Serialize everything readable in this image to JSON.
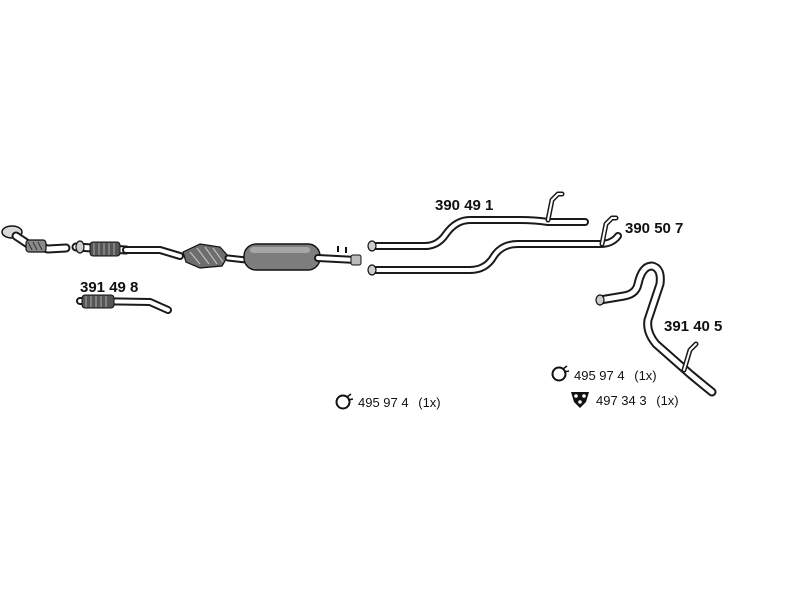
{
  "diagram": {
    "parts": [
      {
        "number": "390 49 1"
      },
      {
        "number": "390 50 7"
      },
      {
        "number": "391 49 8"
      },
      {
        "number": "391 40 5"
      }
    ],
    "accessories": [
      {
        "number": "495 97 4",
        "qty": "(1x)",
        "icon": "clamp-ring-icon"
      },
      {
        "number": "495 97 4",
        "qty": "(1x)",
        "icon": "clamp-ring-icon"
      },
      {
        "number": "497 34 3",
        "qty": "(1x)",
        "icon": "rubber-mount-icon"
      }
    ]
  }
}
